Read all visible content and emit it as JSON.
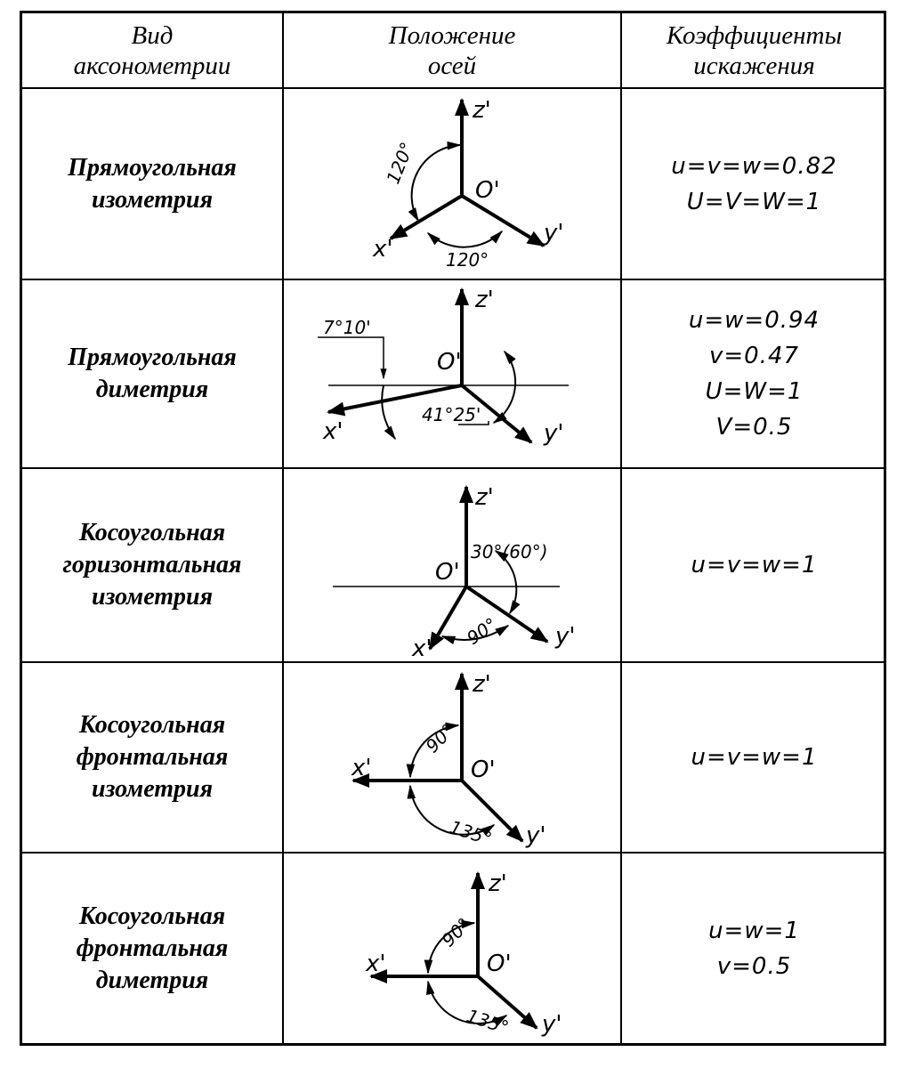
{
  "header": {
    "col1": [
      "Вид",
      "аксонометрии"
    ],
    "col2": [
      "Положение",
      "осей"
    ],
    "col3": [
      "Коэффициенты",
      "искажения"
    ]
  },
  "rows": [
    {
      "name": [
        "Прямоугольная",
        "изометрия"
      ],
      "coefficients": [
        "u=v=w=0.82",
        "U=V=W=1"
      ],
      "labels": {
        "z": "z'",
        "o": "O'",
        "x": "x'",
        "y": "y'",
        "a1": "120°",
        "a2": "120°"
      }
    },
    {
      "name": [
        "Прямоугольная",
        "диметрия"
      ],
      "coefficients": [
        "u=w=0.94",
        "v=0.47",
        "U=W=1",
        "V=0.5"
      ],
      "labels": {
        "z": "z'",
        "o": "O'",
        "x": "x'",
        "y": "y'",
        "a1": "7°10'",
        "a2": "41°25'"
      }
    },
    {
      "name": [
        "Косоугольная",
        "горизонтальная",
        "изометрия"
      ],
      "coefficients": [
        "u=v=w=1"
      ],
      "labels": {
        "z": "z'",
        "o": "O'",
        "x": "x'",
        "y": "y'",
        "a1": "30°(60°)",
        "a2": "90°"
      }
    },
    {
      "name": [
        "Косоугольная",
        "фронтальная",
        "изометрия"
      ],
      "coefficients": [
        "u=v=w=1"
      ],
      "labels": {
        "z": "z'",
        "o": "O'",
        "x": "x'",
        "y": "y'",
        "a1": "90°",
        "a2": "135°"
      }
    },
    {
      "name": [
        "Косоугольная",
        "фронтальная",
        "диметрия"
      ],
      "coefficients": [
        "u=w=1",
        "v=0.5"
      ],
      "labels": {
        "z": "z'",
        "o": "O'",
        "x": "x'",
        "y": "y'",
        "a1": "90°",
        "a2": "135°"
      }
    }
  ]
}
